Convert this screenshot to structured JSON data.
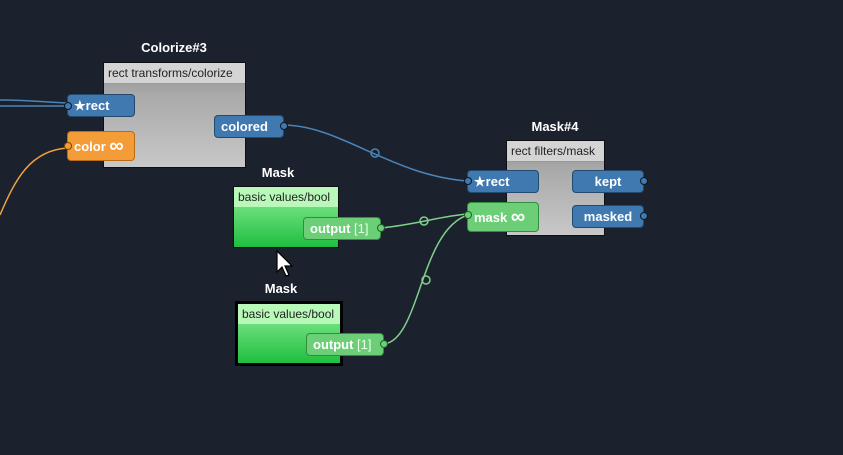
{
  "nodes": {
    "colorize": {
      "title": "Colorize#3",
      "type": "rect transforms/colorize",
      "inputs": {
        "rect": "rect",
        "color": "color"
      },
      "outputs": {
        "colored": "colored"
      }
    },
    "mask_node": {
      "title": "Mask#4",
      "type": "rect filters/mask",
      "inputs": {
        "rect": "rect",
        "mask": "mask"
      },
      "outputs": {
        "kept": "kept",
        "masked": "masked"
      }
    },
    "bool1": {
      "title": "Mask",
      "type": "basic values/bool",
      "output_label": "output",
      "output_index": "[1]"
    },
    "bool2": {
      "title": "Mask",
      "type": "basic values/bool",
      "output_label": "output",
      "output_index": "[1]"
    }
  },
  "symbols": {
    "star": "★",
    "infinity": "∞"
  },
  "colors": {
    "background": "#1b222d",
    "rect_wire": "#4a84b8",
    "color_wire": "#f3a040",
    "bool_wire": "#7fd08a"
  }
}
